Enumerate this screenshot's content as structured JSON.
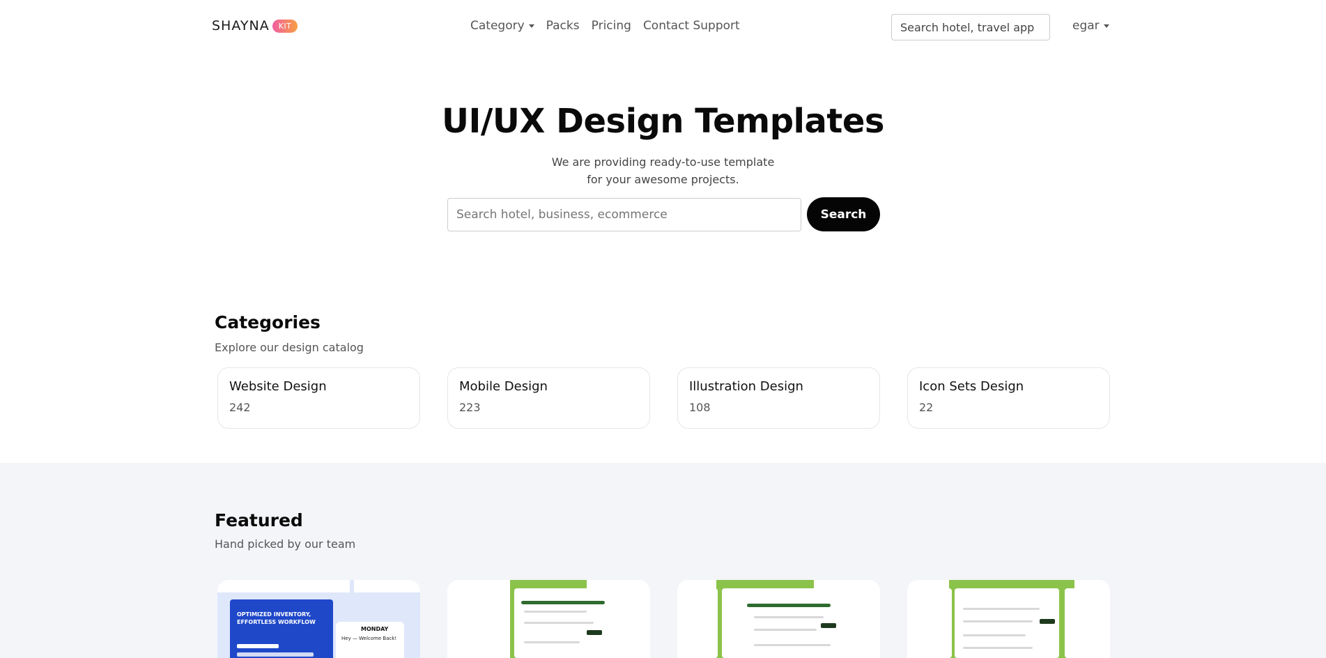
{
  "navbar": {
    "brand": "SHAYNA",
    "brand_badge": "KIT",
    "links": [
      {
        "label": "Category",
        "has_dropdown": true
      },
      {
        "label": "Packs",
        "has_dropdown": false
      },
      {
        "label": "Pricing",
        "has_dropdown": false
      },
      {
        "label": "Contact Support",
        "has_dropdown": false
      }
    ],
    "search_value": "Search hotel, travel app",
    "user": "egar"
  },
  "hero": {
    "title": "UI/UX Design Templates",
    "subtitle_line1": "We are providing ready-to-use template",
    "subtitle_line2": "for your awesome projects.",
    "search_placeholder": "Search hotel, business, ecommerce",
    "search_button": "Search"
  },
  "categories": {
    "title": "Categories",
    "subtitle": "Explore our design catalog",
    "items": [
      {
        "name": "Website Design",
        "count": "242"
      },
      {
        "name": "Mobile Design",
        "count": "223"
      },
      {
        "name": "Illustration Design",
        "count": "108"
      },
      {
        "name": "Icon Sets Design",
        "count": "22"
      }
    ]
  },
  "featured": {
    "title": "Featured",
    "subtitle": "Hand picked by our team",
    "card1_heading": "OPTIMIZED INVENTORY, EFFORTLESS WORKFLOW",
    "card1_day": "MONDAY",
    "card1_welcome": "Hey — Welcome Back!"
  },
  "colors": {
    "brand_badge_gradient": [
      "#f05ea3",
      "#f7a042"
    ],
    "button_dark": "#050505",
    "featured_bg": "#f4f5f9",
    "thumb_green": "#8bc34a",
    "thumb_blue": "#1f48c9"
  }
}
